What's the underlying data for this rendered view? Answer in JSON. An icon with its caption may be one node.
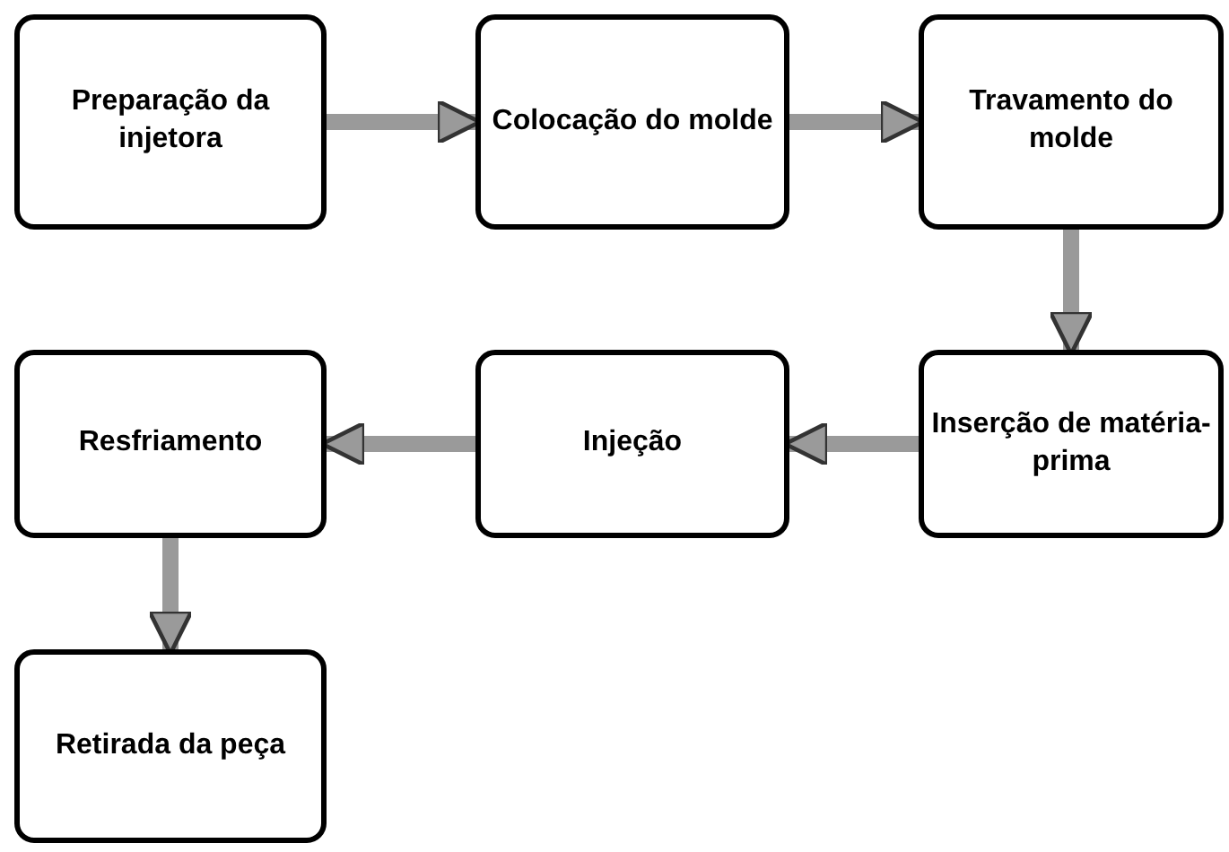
{
  "diagram": {
    "nodes": [
      {
        "text": [
          "Preparação da injetora"
        ]
      },
      {
        "text": [
          "Colocação do molde"
        ]
      },
      {
        "text": [
          "Travamento do molde"
        ]
      },
      {
        "text": [
          "Inserção de matéria-prima"
        ]
      },
      {
        "text": [
          "Injeção"
        ]
      },
      {
        "text": [
          "Resfriamento"
        ]
      },
      {
        "text": [
          "Retirada da peça"
        ]
      }
    ],
    "edges": [
      {
        "from": 0,
        "to": 1,
        "arrow": "to"
      },
      {
        "from": 1,
        "to": 2,
        "arrow": "to"
      },
      {
        "from": 2,
        "to": 3,
        "arrow": "to"
      },
      {
        "from": 3,
        "to": 4,
        "arrow": "to"
      },
      {
        "from": 4,
        "to": 5,
        "arrow": "to"
      },
      {
        "from": 5,
        "to": 6,
        "arrow": "to"
      }
    ]
  }
}
